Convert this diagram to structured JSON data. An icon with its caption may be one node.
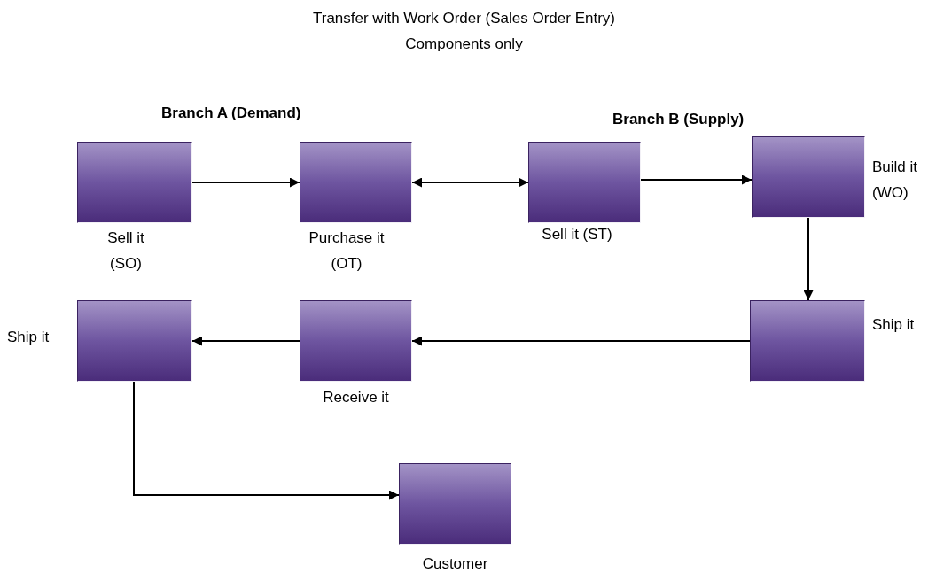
{
  "diagram": {
    "title": "Transfer with Work Order (Sales Order Entry) Components only",
    "nodes": [
      {
        "text": [],
        "shape": "box",
        "beside": [
          "Sell it (SO)"
        ]
      },
      {
        "text": [],
        "shape": "box",
        "beside": [
          "Purchase it (OT)"
        ]
      },
      {
        "text": [],
        "shape": "box",
        "beside": [
          "Sell it (ST)"
        ]
      },
      {
        "text": [],
        "shape": "box",
        "beside": [
          "Build it (WO)"
        ]
      },
      {
        "text": [],
        "shape": "box",
        "beside": [
          "Ship it"
        ]
      },
      {
        "text": [],
        "shape": "box",
        "beside": [
          "Receive it"
        ]
      },
      {
        "text": [],
        "shape": "box",
        "beside": [
          "Ship it"
        ]
      },
      {
        "text": [],
        "shape": "box",
        "beside": [
          "Customer"
        ]
      }
    ],
    "edges": [
      {
        "from": 0,
        "to": 1,
        "arrow": "to"
      },
      {
        "from": 1,
        "to": 2,
        "arrow": "both"
      },
      {
        "from": 2,
        "to": 3,
        "arrow": "to"
      },
      {
        "from": 3,
        "to": 4,
        "arrow": "to"
      },
      {
        "from": 4,
        "to": 5,
        "arrow": "to"
      },
      {
        "from": 5,
        "to": 6,
        "arrow": "to"
      },
      {
        "from": 6,
        "to": 7,
        "arrow": "to"
      }
    ],
    "labels": [
      "Branch A (Demand)",
      "Branch B (Supply)"
    ]
  }
}
